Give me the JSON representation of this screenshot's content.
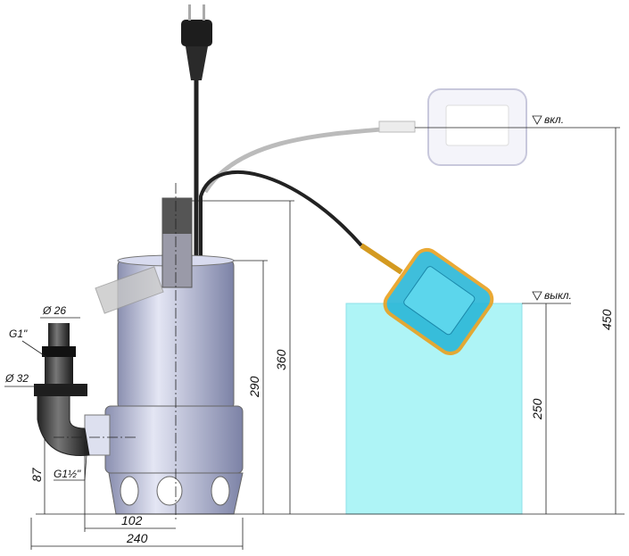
{
  "labels": {
    "d26": "Ø 26",
    "g1": "G1\"",
    "d32": "Ø 32",
    "g1half": "G1½\"",
    "h87": "87",
    "w102": "102",
    "w240": "240",
    "h290": "290",
    "h360": "360",
    "h250": "250",
    "h450": "450",
    "on": "вкл.",
    "off": "выкл."
  },
  "colors": {
    "water": "#aef4f6",
    "pump_body": "#b4b8d8",
    "float_lower": "#2bb8d8",
    "float_border": "#e8a020",
    "float_upper": "#f0f0f6"
  }
}
